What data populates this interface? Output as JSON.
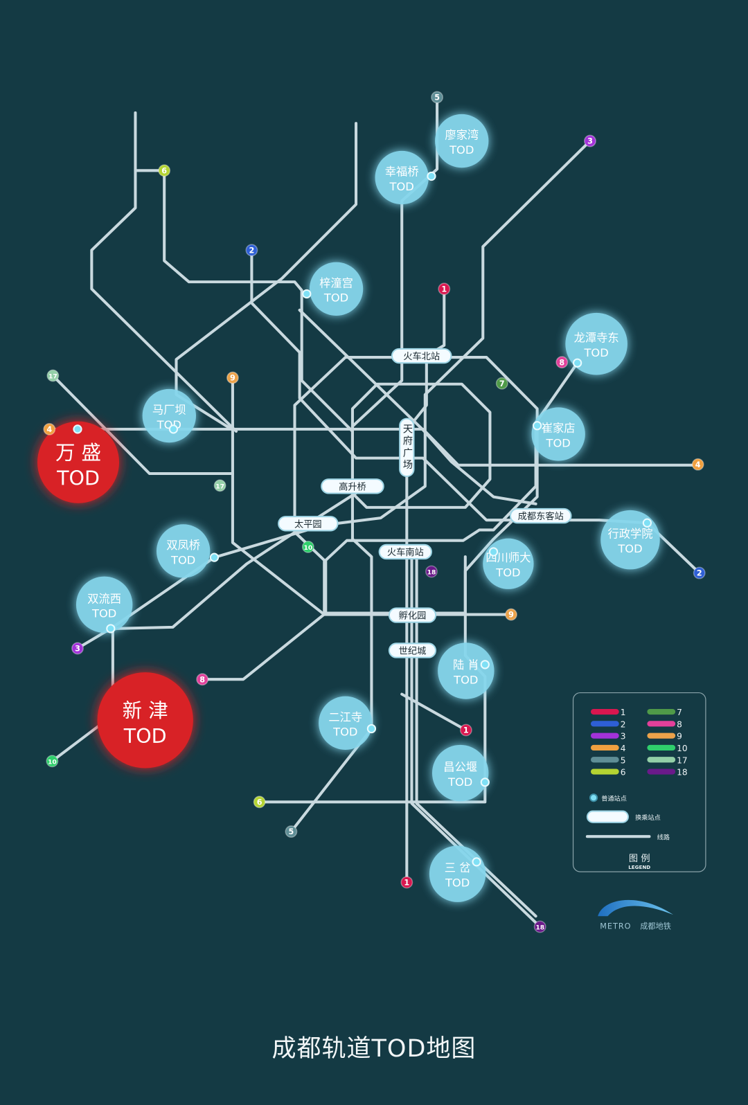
{
  "title": "成都轨道TOD地图",
  "colors": {
    "background": "#143a44",
    "track": "#c9d9df",
    "tod_bubble": "#86d6ec",
    "tod_bubble_highlight": "#d82028",
    "station_dot": "#7fe0f5"
  },
  "line_colors": {
    "1": "#d8174f",
    "2": "#2e5fd6",
    "3": "#a232d8",
    "4": "#f0a040",
    "5": "#5f8e96",
    "6": "#b4d432",
    "7": "#4f9a48",
    "8": "#e2409a",
    "9": "#eba24a",
    "10": "#2fcf6c",
    "17": "#93cfa7",
    "18": "#6a1a8a"
  },
  "tod_sites": [
    {
      "name": "廖家湾",
      "suffix": "TOD",
      "highlight": false
    },
    {
      "name": "幸福桥",
      "suffix": "TOD",
      "highlight": false
    },
    {
      "name": "梓潼宫",
      "suffix": "TOD",
      "highlight": false
    },
    {
      "name": "龙潭寺东",
      "suffix": "TOD",
      "highlight": false
    },
    {
      "name": "马厂坝",
      "suffix": "TOD",
      "highlight": false
    },
    {
      "name": "崔家店",
      "suffix": "TOD",
      "highlight": false
    },
    {
      "name": "万 盛",
      "suffix": "TOD",
      "highlight": true
    },
    {
      "name": "双凤桥",
      "suffix": "TOD",
      "highlight": false
    },
    {
      "name": "双流西",
      "suffix": "TOD",
      "highlight": false
    },
    {
      "name": "行政学院",
      "suffix": "TOD",
      "highlight": false
    },
    {
      "name": "四川师大",
      "suffix": "TOD",
      "highlight": false
    },
    {
      "name": "陆 肖",
      "suffix": "TOD",
      "highlight": false
    },
    {
      "name": "新 津",
      "suffix": "TOD",
      "highlight": true
    },
    {
      "name": "二江寺",
      "suffix": "TOD",
      "highlight": false
    },
    {
      "name": "昌公堰",
      "suffix": "TOD",
      "highlight": false
    },
    {
      "name": "三 岔",
      "suffix": "TOD",
      "highlight": false
    }
  ],
  "interchanges": [
    "火车北站",
    "天府广场",
    "高升桥",
    "太平园",
    "成都东客站",
    "火车南站",
    "孵化园",
    "世纪城"
  ],
  "line_badges": [
    "5",
    "3",
    "6",
    "2",
    "1",
    "17",
    "9",
    "8",
    "7",
    "4",
    "4",
    "17",
    "10",
    "18",
    "2",
    "9",
    "3",
    "8",
    "1",
    "10",
    "6",
    "5",
    "1",
    "18"
  ],
  "legend": {
    "lines": [
      "1",
      "2",
      "3",
      "4",
      "5",
      "6",
      "7",
      "8",
      "9",
      "10",
      "17",
      "18"
    ],
    "regular_station": "普通站点",
    "interchange_station": "换乘站点",
    "route": "线路",
    "title": "图 例",
    "subtitle": "LEGEND"
  },
  "logo": {
    "en": "METRO",
    "cn": "成都地铁"
  }
}
